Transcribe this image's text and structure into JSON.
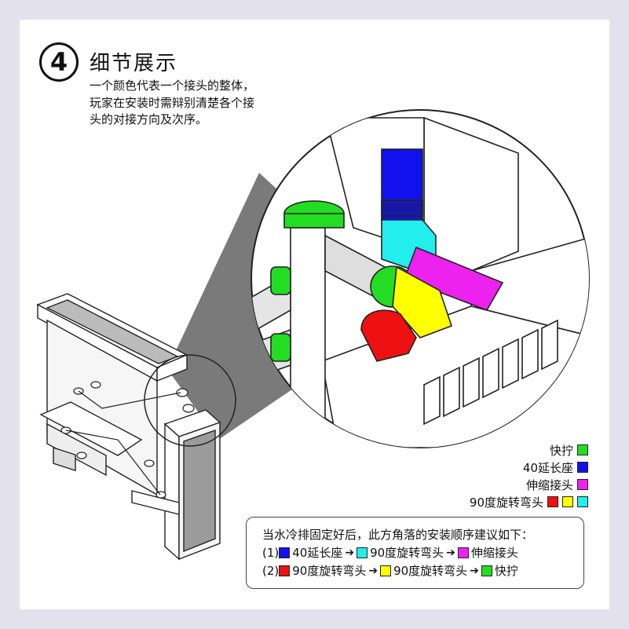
{
  "section": {
    "number": "4",
    "title": "细节展示",
    "description": "一个颜色代表一个接头的整体，玩家在安装时需辩别清楚各个接头的对接方向及次序。"
  },
  "colors": {
    "quick_connector": "#22dd22",
    "extension_seat": "#1111ee",
    "telescopic": "#ee22ee",
    "rotary_red": "#ee1111",
    "rotary_yellow": "#ffff00",
    "rotary_cyan": "#22eeee"
  },
  "legend": [
    {
      "label": "快拧",
      "swatches": [
        "#22dd22"
      ]
    },
    {
      "label": "40延长座",
      "swatches": [
        "#1111ee"
      ]
    },
    {
      "label": "伸缩接头",
      "swatches": [
        "#ee22ee"
      ]
    },
    {
      "label": "90度旋转弯头",
      "swatches": [
        "#ee1111",
        "#ffff00",
        "#22eeee"
      ]
    }
  ],
  "note": {
    "intro": "当水冷排固定好后，此方角落的安装顺序建议如下：",
    "seq1_prefix": "(1)",
    "seq1": [
      {
        "color": "#1111ee",
        "label": "40延长座"
      },
      {
        "color": "#22eeee",
        "label": "90度旋转弯头"
      },
      {
        "color": "#ee22ee",
        "label": "伸缩接头"
      }
    ],
    "seq2_prefix": "(2)",
    "seq2": [
      {
        "color": "#ee1111",
        "label": "90度旋转弯头"
      },
      {
        "color": "#ffff00",
        "label": "90度旋转弯头"
      },
      {
        "color": "#22dd22",
        "label": "快拧"
      }
    ]
  },
  "icons": {
    "arrow": "arrow-right-icon"
  }
}
